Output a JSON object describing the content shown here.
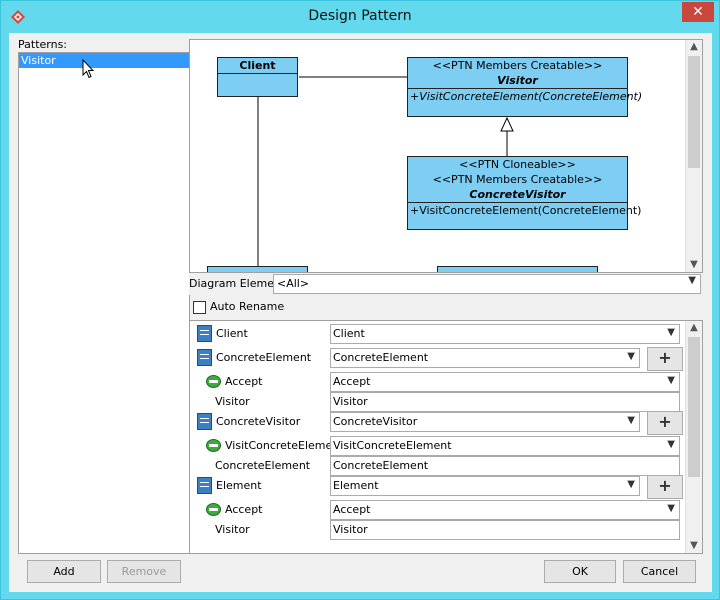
{
  "window": {
    "title": "Design Pattern",
    "close_label": "✕"
  },
  "patterns": {
    "label": "Patterns:",
    "items": [
      "Visitor"
    ]
  },
  "diagram": {
    "client": {
      "name": "Client"
    },
    "visitor": {
      "stereotype": "<<PTN Members Creatable>>",
      "name": "Visitor",
      "op": "+VisitConcreteElement(ConcreteElement)"
    },
    "concrete_visitor": {
      "stereotype1": "<<PTN Cloneable>>",
      "stereotype2": "<<PTN Members Creatable>>",
      "name": "ConcreteVisitor",
      "op": "+VisitConcreteElement(ConcreteElement)"
    }
  },
  "element_filter": {
    "label": "Diagram Element",
    "value": "<All>"
  },
  "auto_rename": {
    "label": "Auto Rename",
    "checked": false
  },
  "properties": [
    {
      "name": "Client",
      "value": "Client",
      "kind": "class",
      "has_add": false
    },
    {
      "name": "ConcreteElement",
      "value": "ConcreteElement",
      "kind": "class",
      "has_add": true
    },
    {
      "name": "Accept",
      "value": "Accept",
      "kind": "operation",
      "has_add": false
    },
    {
      "name": "Visitor",
      "value": "Visitor",
      "kind": "param",
      "has_add": false
    },
    {
      "name": "ConcreteVisitor",
      "value": "ConcreteVisitor",
      "kind": "class",
      "has_add": true
    },
    {
      "name": "VisitConcreteElement",
      "value": "VisitConcreteElement",
      "kind": "operation",
      "has_add": false
    },
    {
      "name": "ConcreteElement",
      "value": "ConcreteElement",
      "kind": "param",
      "has_add": false
    },
    {
      "name": "Element",
      "value": "Element",
      "kind": "class",
      "has_add": true
    },
    {
      "name": "Accept",
      "value": "Accept",
      "kind": "operation",
      "has_add": false
    },
    {
      "name": "Visitor",
      "value": "Visitor",
      "kind": "param",
      "has_add": false
    }
  ],
  "buttons": {
    "add": "Add",
    "remove": "Remove",
    "ok": "OK",
    "cancel": "Cancel"
  }
}
